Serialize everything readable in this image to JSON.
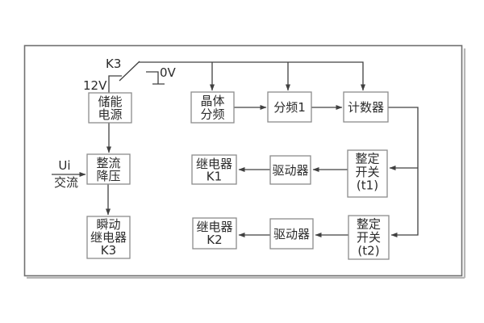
{
  "colors": {
    "connector": "#404040",
    "box_border": "#8c8c8c",
    "box_fill": "#ffffff",
    "text": "#2b2b2b",
    "frame_border": "#707070",
    "frame_shadow": "#b7b7b7",
    "background": "#ffffff"
  },
  "diagram": {
    "power_labels": {
      "switch": "K3",
      "v12": "12V",
      "v0": "0V"
    },
    "input_labels": {
      "signal": "Ui",
      "type": "交流"
    },
    "boxes": [
      {
        "name": "energy-storage-power",
        "lines": [
          "储能",
          "电源"
        ]
      },
      {
        "name": "rectifier-stepdown",
        "lines": [
          "整流",
          "降压"
        ]
      },
      {
        "name": "instant-relay-k3",
        "lines": [
          "瞬动",
          "继电器",
          "K3"
        ]
      },
      {
        "name": "crystal-divider",
        "lines": [
          "晶体",
          "分频"
        ]
      },
      {
        "name": "divider-1",
        "lines": [
          "分频1"
        ]
      },
      {
        "name": "counter",
        "lines": [
          "计数器"
        ]
      },
      {
        "name": "relay-k1",
        "lines": [
          "继电器",
          "K1"
        ]
      },
      {
        "name": "driver-1",
        "lines": [
          "驱动器"
        ]
      },
      {
        "name": "setting-switch-t1",
        "lines": [
          "整定",
          "开关",
          "(t1)"
        ]
      },
      {
        "name": "relay-k2",
        "lines": [
          "继电器",
          "K2"
        ]
      },
      {
        "name": "driver-2",
        "lines": [
          "驱动器"
        ]
      },
      {
        "name": "setting-switch-t2",
        "lines": [
          "整定",
          "开关",
          "(t2)"
        ]
      }
    ]
  }
}
